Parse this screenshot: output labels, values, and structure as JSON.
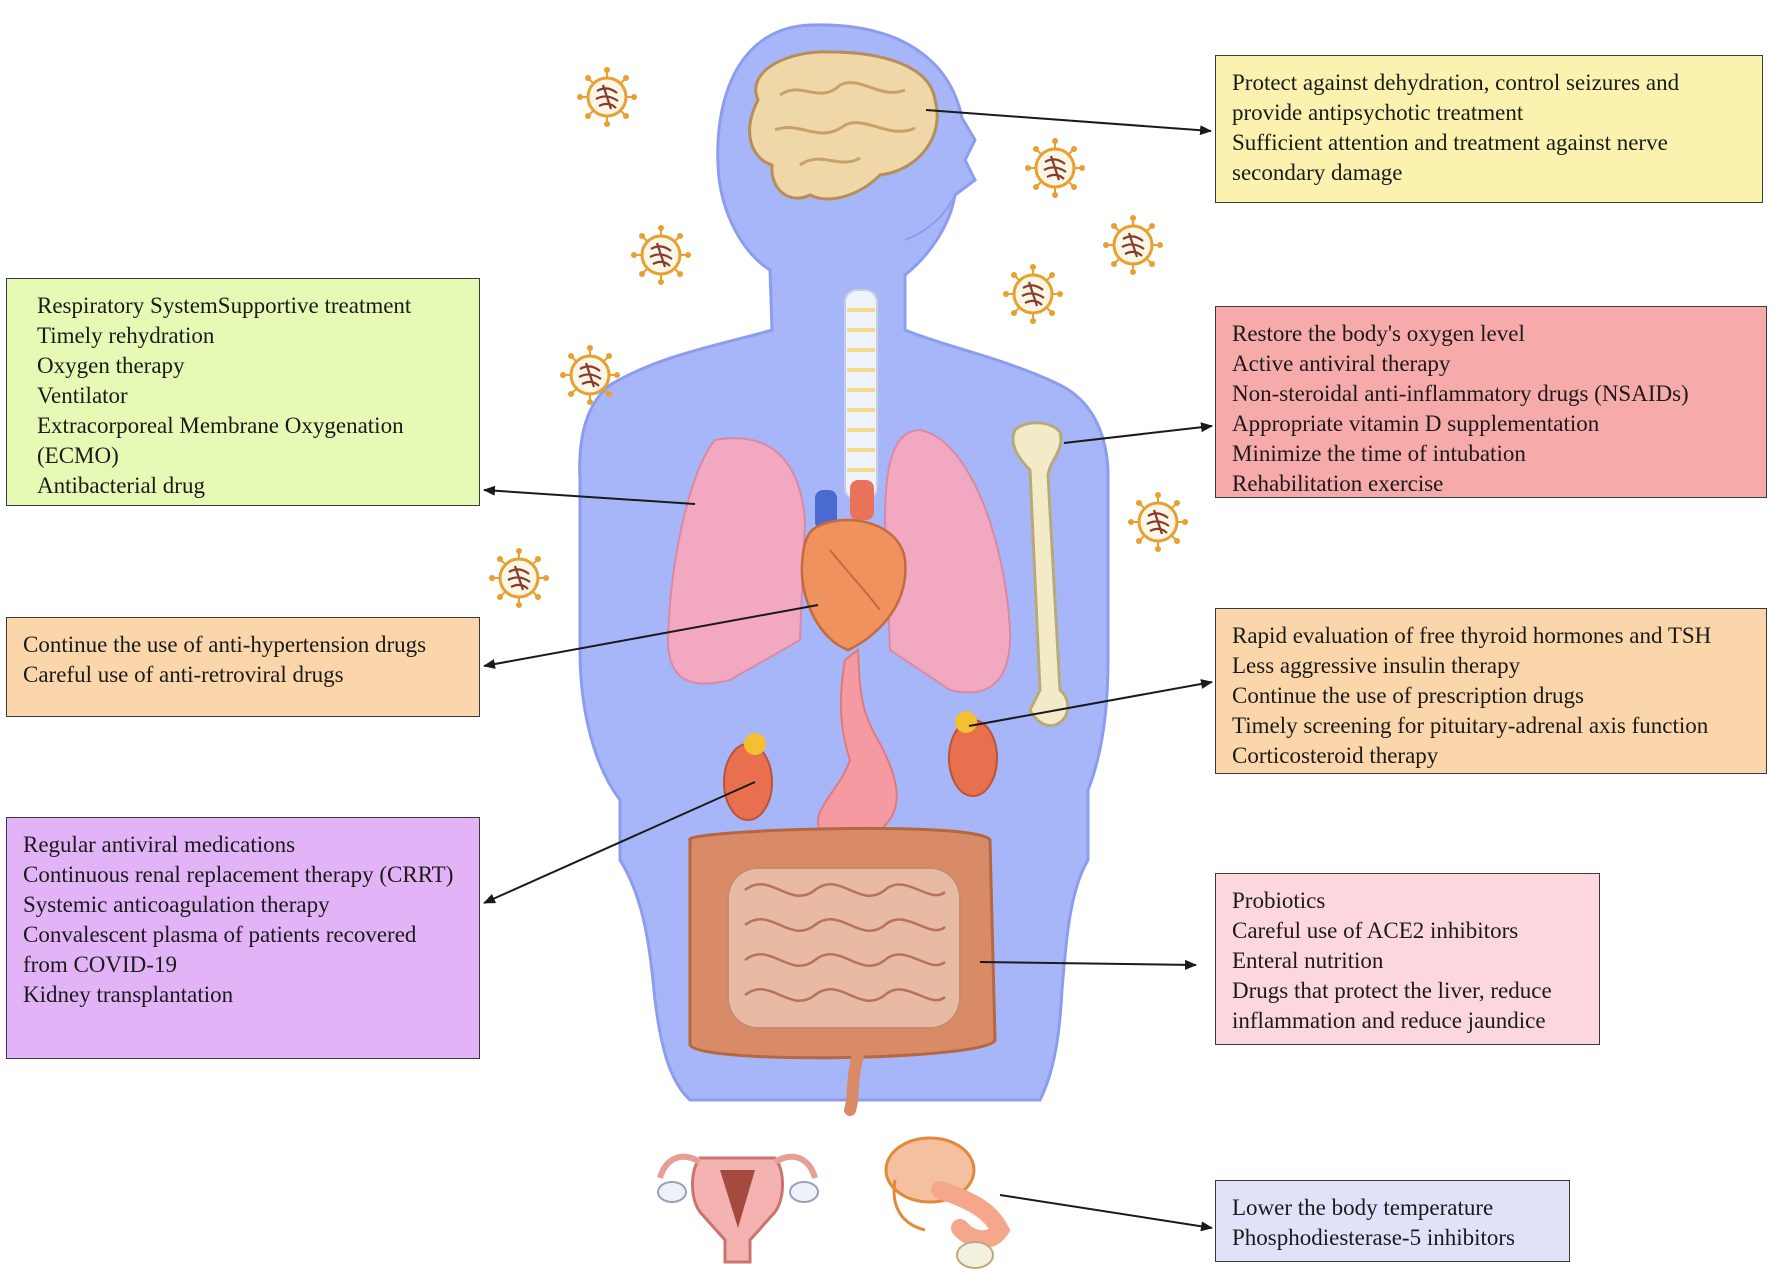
{
  "colors": {
    "brain": "#fbf2b0",
    "respiratory": "#e6fab5",
    "musculoskeletal": "#f7aaaa",
    "cardiovascular": "#fad6aa",
    "endocrine": "#fad6aa",
    "renal": "#e2b4f7",
    "digestive": "#fcd7de",
    "reproductive": "#e0e2f9",
    "body": "#a7b6f8",
    "body_outline": "#8c9df0"
  },
  "boxes": {
    "brain": {
      "lines": [
        "Protect against dehydration, control seizures and provide antipsychotic treatment",
        "Sufficient attention and treatment against nerve secondary damage"
      ]
    },
    "respiratory": {
      "lines": [
        "Respiratory SystemSupportive treatment",
        "Timely rehydration",
        "Oxygen therapy",
        "Ventilator",
        "Extracorporeal Membrane Oxygenation (ECMO)",
        "Antibacterial drug"
      ]
    },
    "musculoskeletal": {
      "lines": [
        "Restore the body's oxygen level",
        "Active antiviral therapy",
        "Non-steroidal anti-inflammatory drugs (NSAIDs)",
        "Appropriate vitamin D supplementation",
        "Minimize the time of intubation",
        "Rehabilitation exercise"
      ]
    },
    "cardiovascular": {
      "lines": [
        "Continue the use of anti-hypertension drugs",
        "Careful use of anti-retroviral drugs"
      ]
    },
    "endocrine": {
      "lines": [
        "Rapid evaluation of free thyroid hormones and TSH",
        "Less aggressive insulin therapy",
        "Continue the use of prescription drugs",
        "Timely screening for pituitary-adrenal axis function",
        "Corticosteroid therapy"
      ]
    },
    "renal": {
      "lines": [
        "Regular antiviral medications",
        "Continuous renal replacement therapy (CRRT)",
        "Systemic anticoagulation therapy",
        "Convalescent plasma of patients recovered from COVID-19",
        "Kidney transplantation"
      ]
    },
    "digestive": {
      "lines": [
        "Probiotics",
        "Careful use of ACE2 inhibitors",
        "Enteral nutrition",
        "Drugs that protect the liver, reduce inflammation and reduce jaundice"
      ]
    },
    "reproductive": {
      "lines": [
        "Lower the body temperature",
        "Phosphodiesterase-5 inhibitors"
      ]
    }
  }
}
